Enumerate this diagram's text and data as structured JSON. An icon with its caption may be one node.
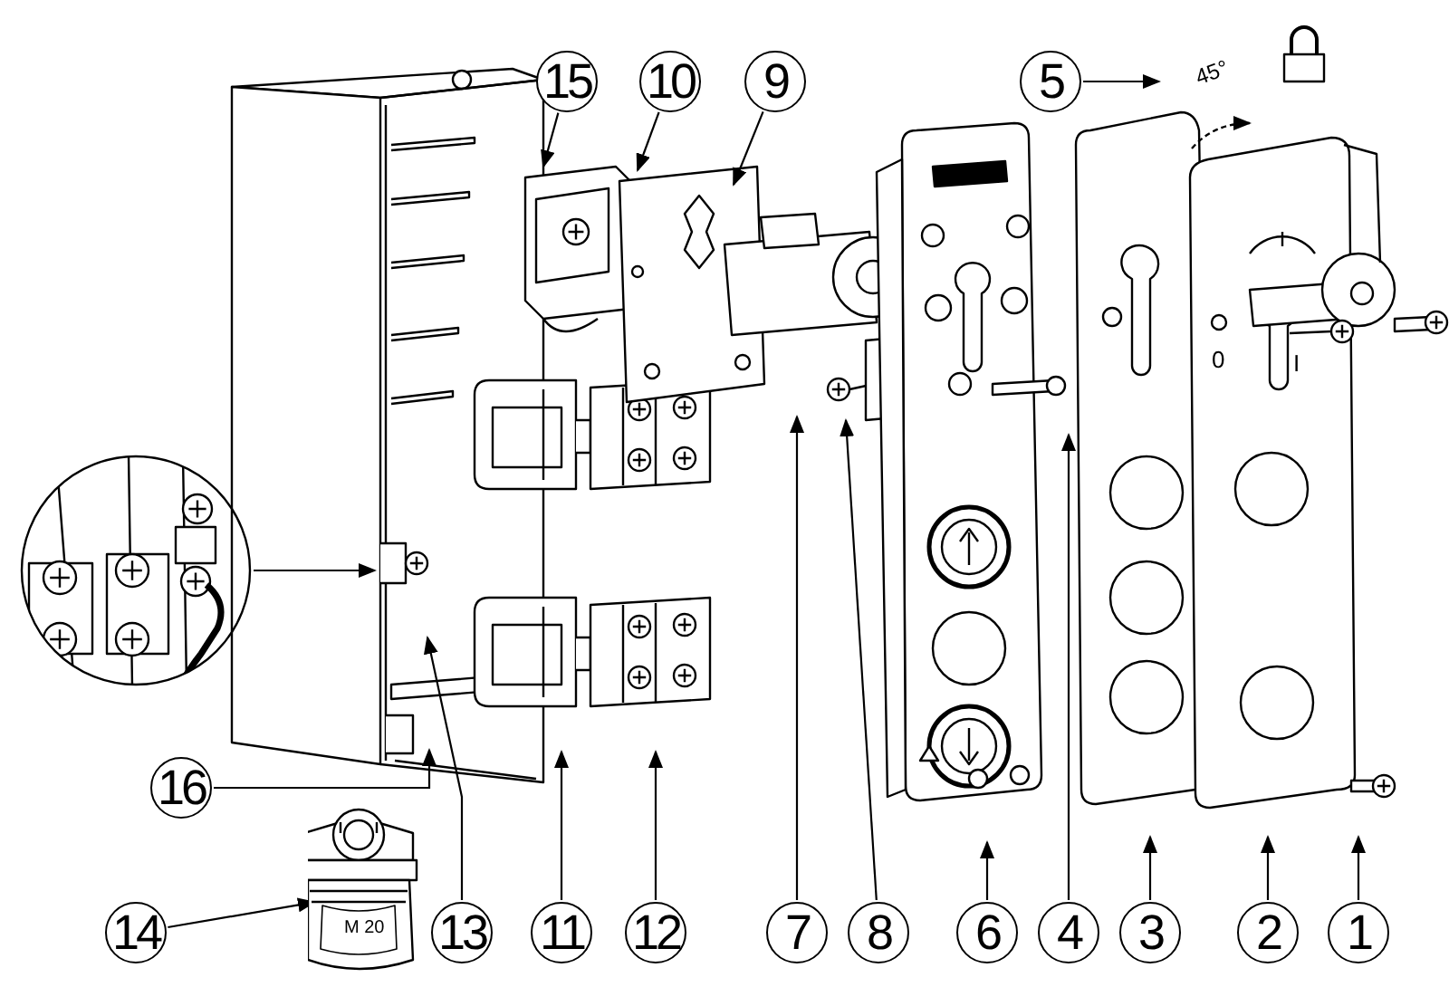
{
  "diagram": {
    "nodes": [
      {
        "text": [
          "15"
        ]
      },
      {
        "text": [
          "10"
        ]
      },
      {
        "text": [
          "9"
        ]
      },
      {
        "text": [
          "5"
        ]
      },
      {
        "text": [],
        "shape": "picture"
      },
      {
        "text": [
          "16"
        ]
      },
      {
        "text": [
          "14"
        ]
      },
      {
        "text": [
          "13"
        ]
      },
      {
        "text": [
          "11"
        ]
      },
      {
        "text": [
          "12"
        ]
      },
      {
        "text": [
          "7"
        ]
      },
      {
        "text": [
          "8"
        ]
      },
      {
        "text": [
          "6"
        ]
      },
      {
        "text": [
          "4"
        ]
      },
      {
        "text": [
          "3"
        ]
      },
      {
        "text": [
          "2"
        ]
      },
      {
        "text": [
          "1"
        ]
      },
      {
        "text": [],
        "shape": "picture"
      }
    ],
    "edges": [
      {
        "from": 0,
        "to": null,
        "arrow": "to"
      },
      {
        "from": 1,
        "to": null,
        "arrow": "to"
      },
      {
        "from": 2,
        "to": null,
        "arrow": "to"
      },
      {
        "from": 3,
        "to": null,
        "arrow": "to"
      },
      {
        "from": 4,
        "to": null,
        "arrow": "to"
      },
      {
        "from": 5,
        "to": null,
        "arrow": "to"
      },
      {
        "from": 6,
        "to": 17,
        "arrow": "to"
      },
      {
        "from": 7,
        "to": null,
        "arrow": "to"
      },
      {
        "from": 8,
        "to": null,
        "arrow": "to"
      },
      {
        "from": 9,
        "to": null,
        "arrow": "to"
      },
      {
        "from": 10,
        "to": null,
        "arrow": "to"
      },
      {
        "from": 11,
        "to": null,
        "arrow": "to"
      },
      {
        "from": 12,
        "to": null,
        "arrow": "to"
      },
      {
        "from": 13,
        "to": null,
        "arrow": "to"
      },
      {
        "from": 14,
        "to": null,
        "arrow": "to"
      },
      {
        "from": 15,
        "to": null,
        "arrow": "to"
      },
      {
        "from": 16,
        "to": null,
        "arrow": "to"
      }
    ],
    "labels": [
      "45°",
      "M 20",
      "0",
      "I"
    ]
  }
}
